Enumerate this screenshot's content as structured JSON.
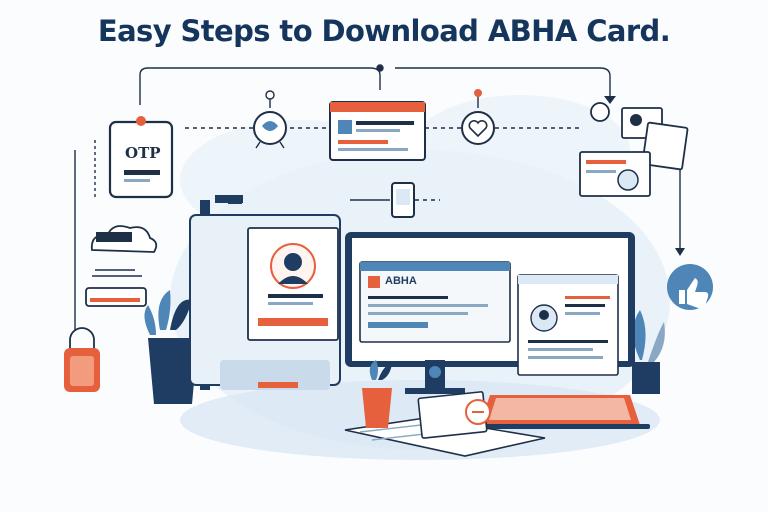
{
  "title": "Easy Steps to Download ABHA Card.",
  "otp_label": "OTP",
  "abha_label": "ABHA",
  "colors": {
    "navy": "#15355c",
    "dark": "#1e2f48",
    "blue": "#4f86b8",
    "light_blue": "#dbe9f4",
    "orange": "#e7603d"
  },
  "icons": [
    "otp-phone-icon",
    "laptop-icon",
    "heart-shield-icon",
    "id-card-icon",
    "user-docs-icon",
    "thumbs-up-icon",
    "mobile-phone-icon",
    "lock-icon",
    "printer-icon",
    "plant-icon"
  ]
}
